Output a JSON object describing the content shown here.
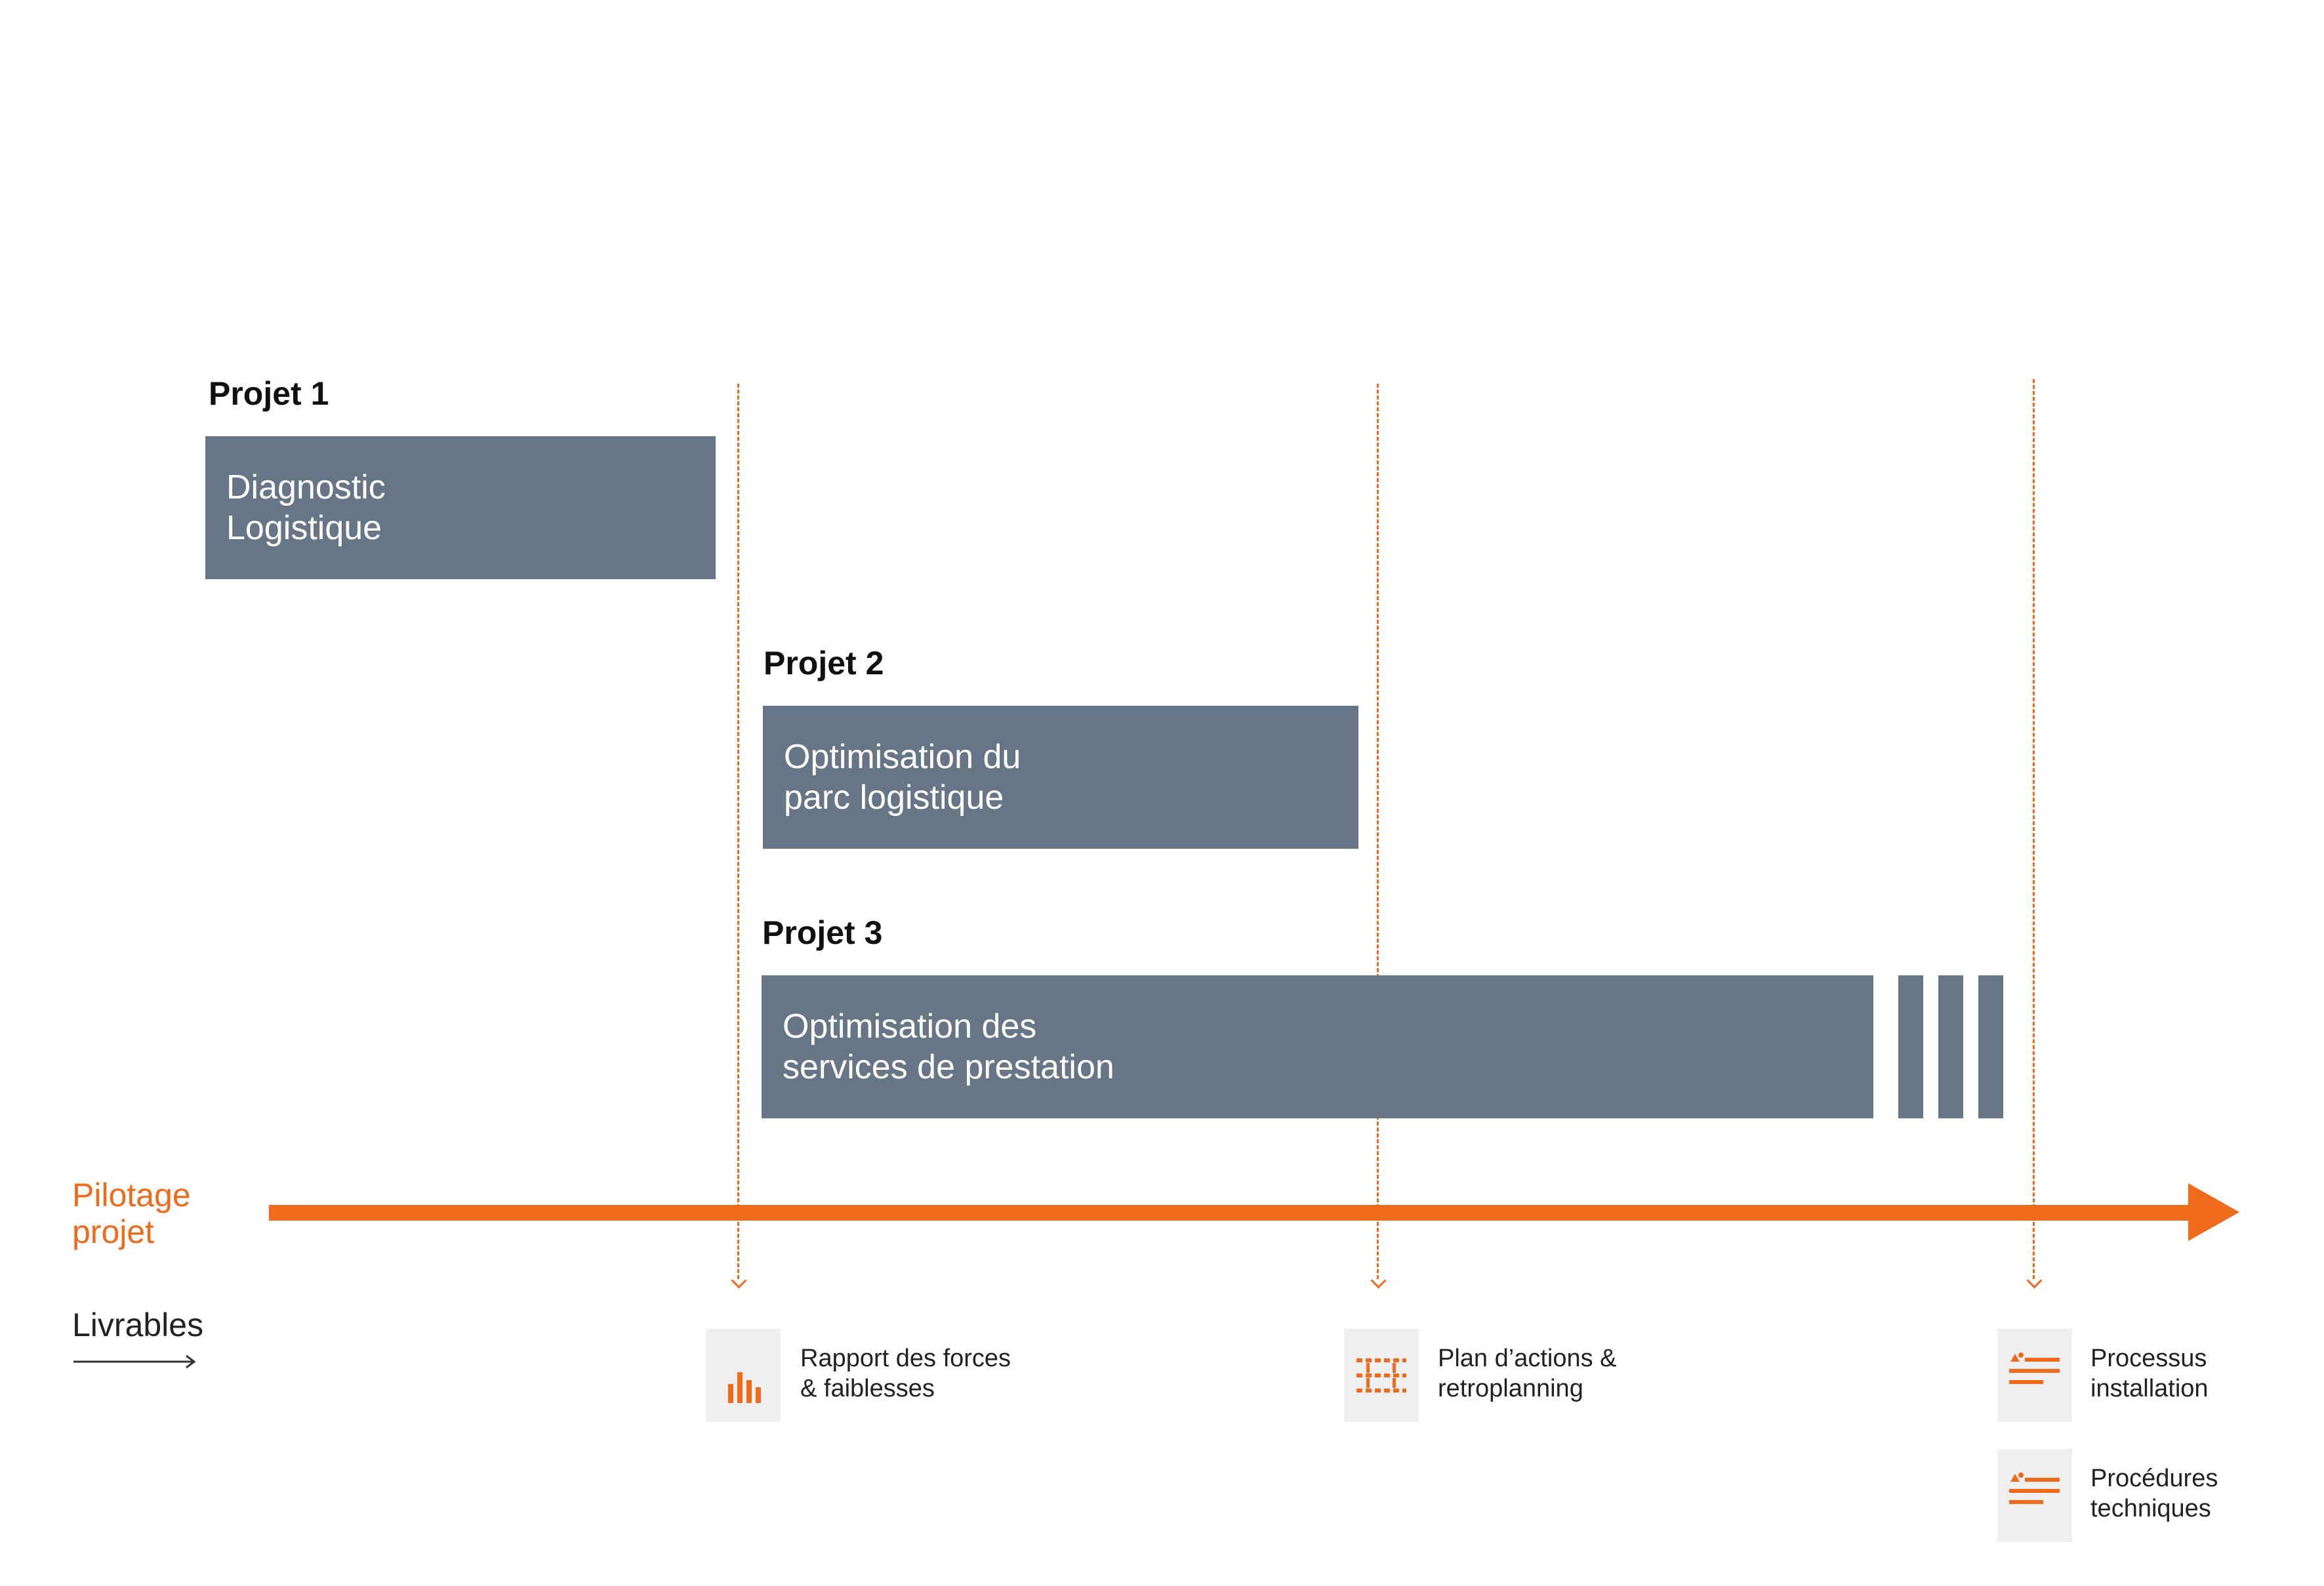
{
  "colors": {
    "accent": "#ef6a1a",
    "bar": "#667687",
    "icon_bg": "#efefef",
    "text": "#111111"
  },
  "projects": [
    {
      "title": "Projet 1",
      "lines": [
        "Diagnostic",
        "Logistique"
      ]
    },
    {
      "title": "Projet 2",
      "lines": [
        "Optimisation du",
        "parc logistique"
      ]
    },
    {
      "title": "Projet 3",
      "lines": [
        "Optimisation des",
        "services de prestation"
      ]
    }
  ],
  "pilotage": {
    "line1": "Pilotage",
    "line2": "projet"
  },
  "livrables": {
    "label": "Livrables"
  },
  "deliverables": [
    {
      "icon": "bar-chart-icon",
      "line1": "Rapport des forces",
      "line2": "& faiblesses"
    },
    {
      "icon": "gantt-plan-icon",
      "line1": "Plan d’actions &",
      "line2": "retroplanning"
    },
    {
      "icon": "document-lines-icon",
      "line1": "Processus",
      "line2": "installation"
    },
    {
      "icon": "document-lines-icon",
      "line1": "Procédures",
      "line2": "techniques"
    }
  ]
}
